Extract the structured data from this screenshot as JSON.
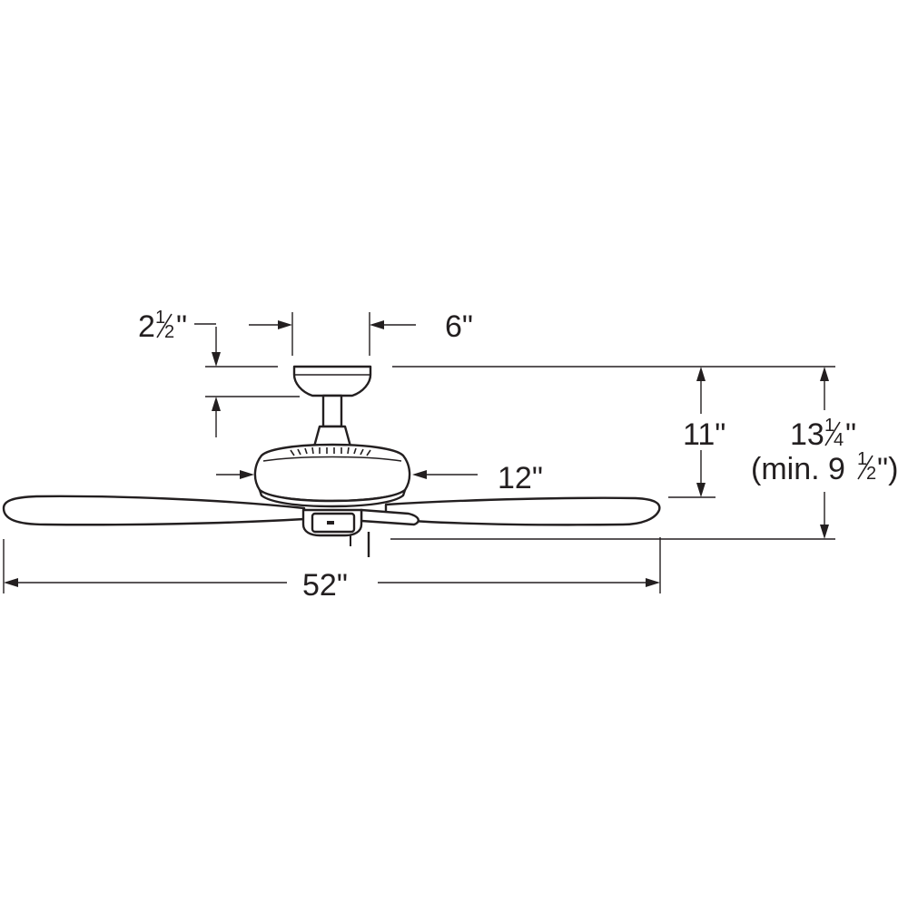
{
  "dimensions": {
    "canopy_height": {
      "whole": "2",
      "frac_num": "1",
      "frac_den": "2",
      "unit": "\""
    },
    "canopy_width": "6\"",
    "motor_width": "12\"",
    "blade_height": "11\"",
    "overall_height": {
      "whole": "13",
      "frac_num": "1",
      "frac_den": "4",
      "unit": "\""
    },
    "min_height": {
      "prefix": "(min. 9",
      "frac_num": "1",
      "frac_den": "2",
      "suffix": "\")"
    },
    "blade_span": "52\""
  },
  "colors": {
    "line": "#231f20",
    "background": "#ffffff"
  }
}
